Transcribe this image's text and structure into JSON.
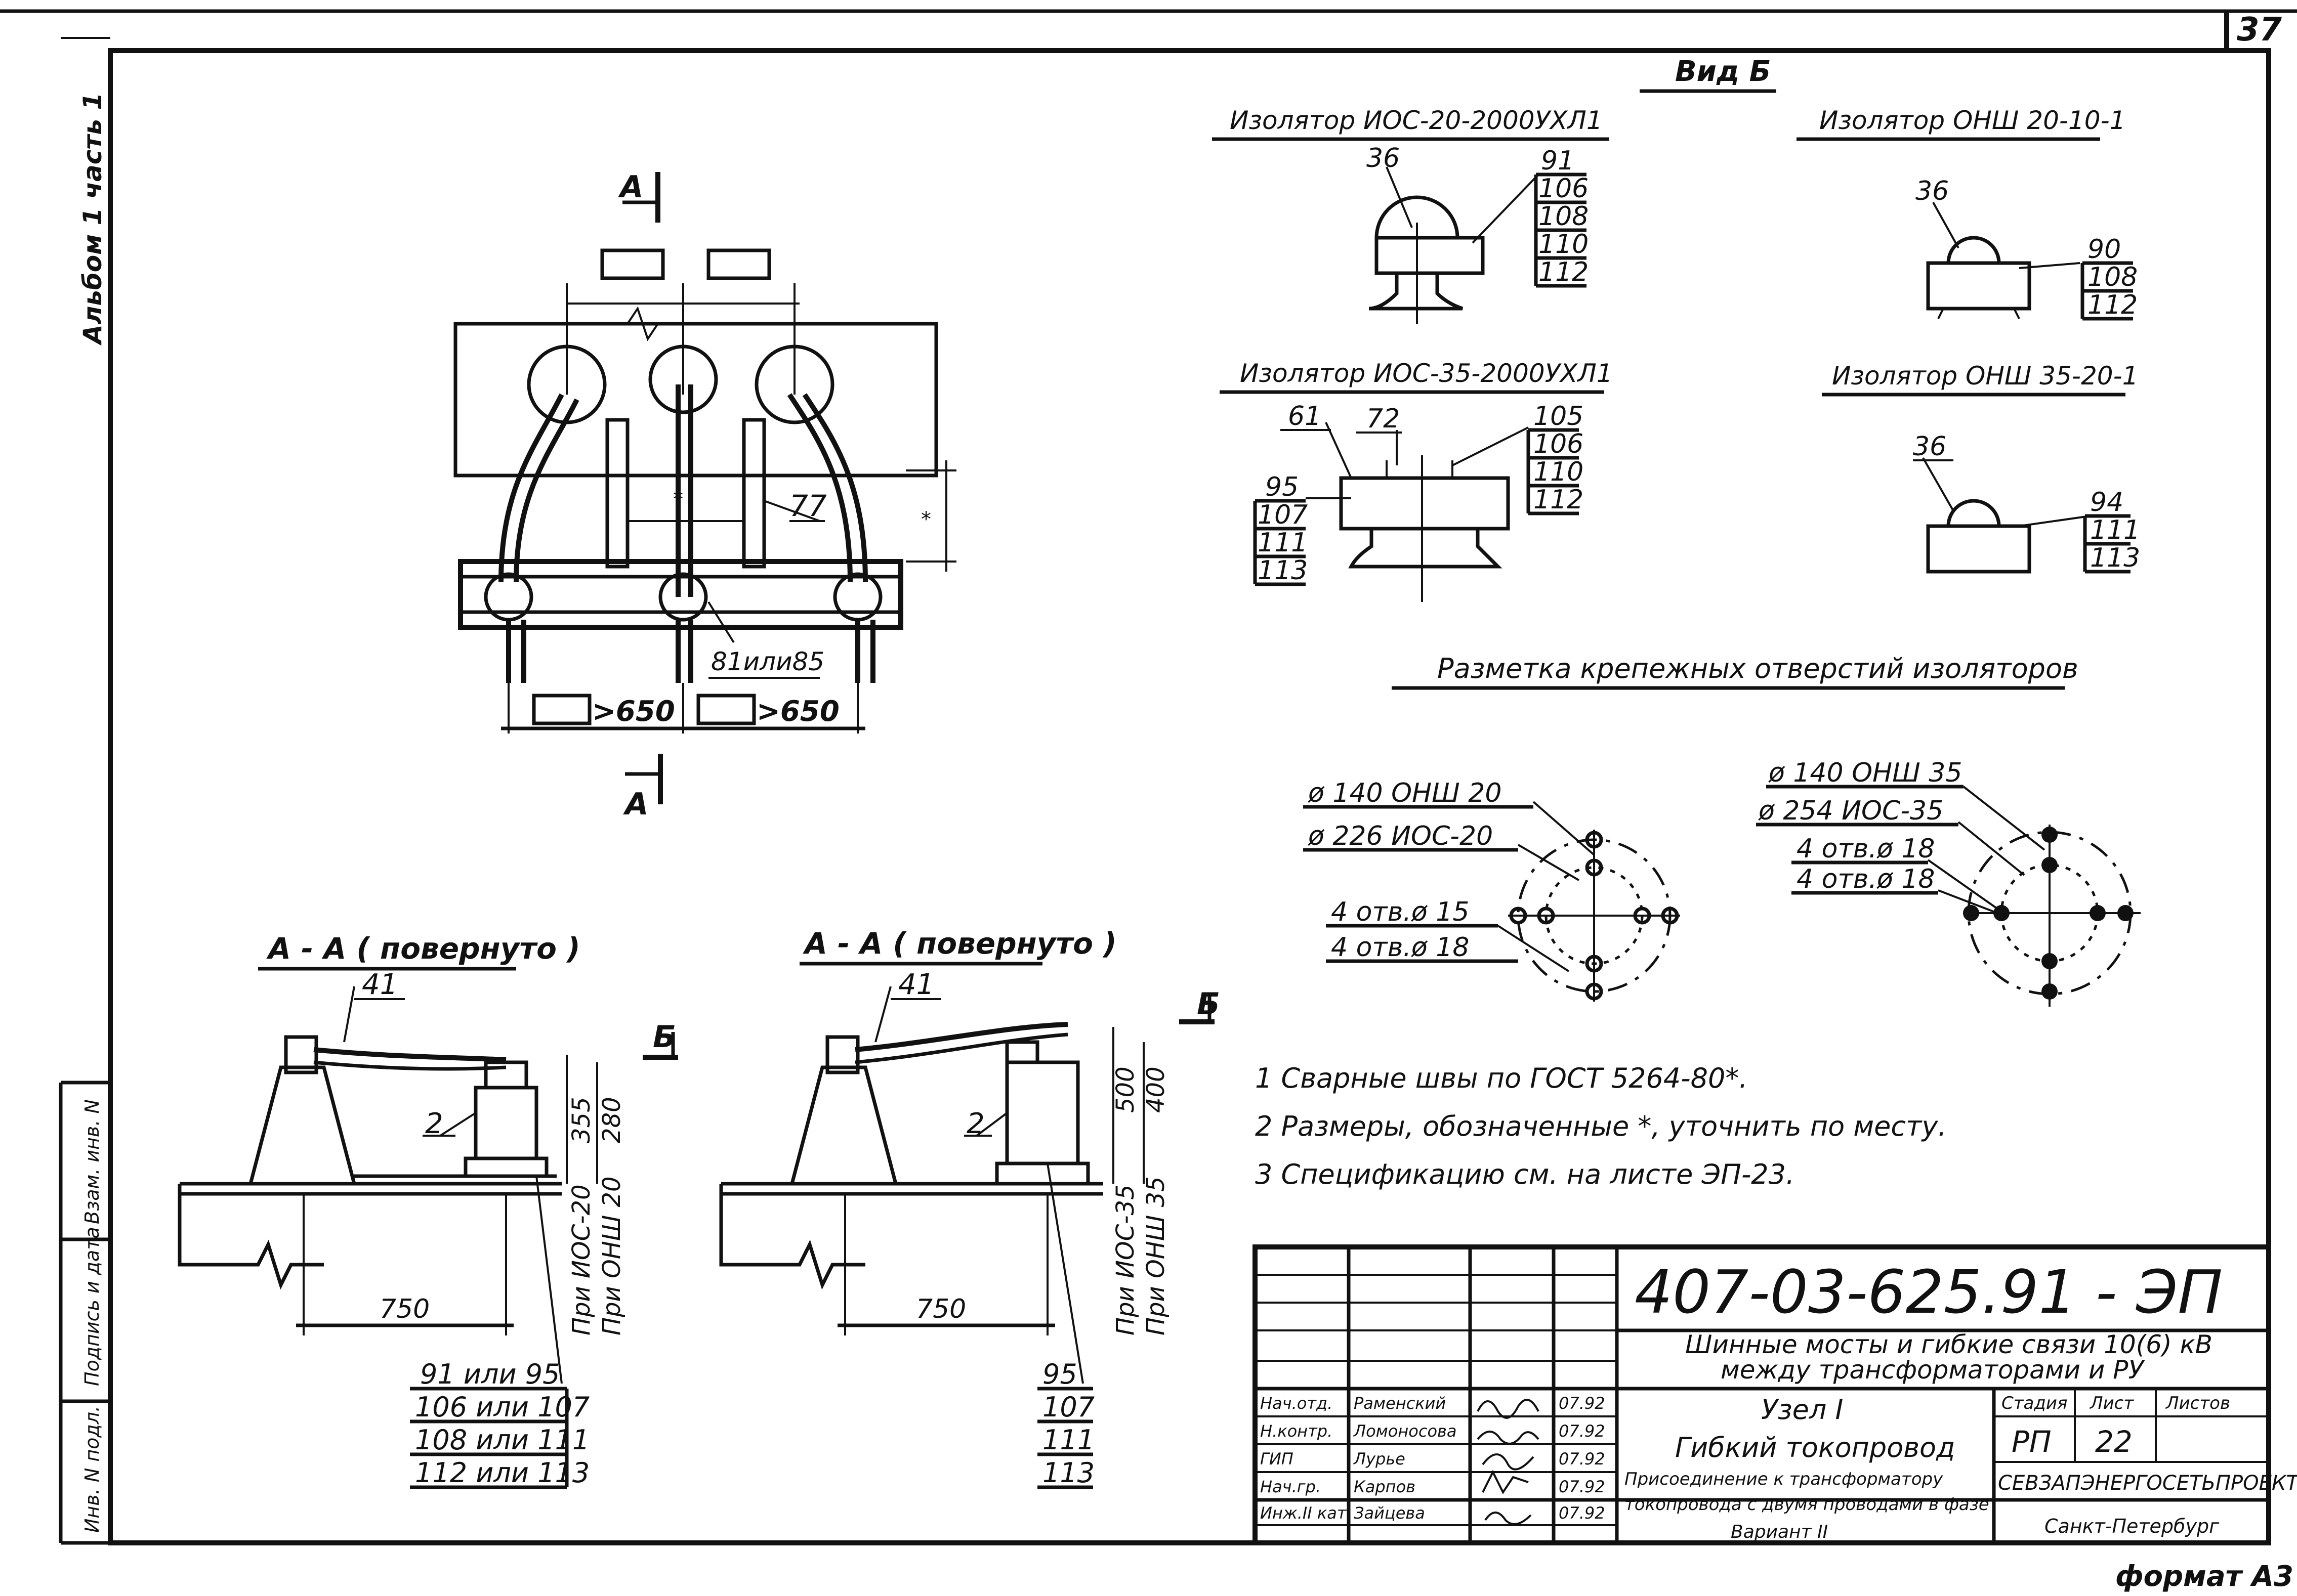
{
  "sheet_number": "37",
  "left_margin": {
    "album": "Альбом 1 часть 1",
    "stamp_inv_vzam": "Взам. инв. N",
    "stamp_sign_date": "Подпись и дата",
    "stamp_inv_orig": "Инв. N подл."
  },
  "plan_view": {
    "section_mark_top": "А",
    "section_mark_bottom": "А",
    "label_77": "77",
    "label_mark": "81или85",
    "dim_1": ">650",
    "dim_2": ">650",
    "dim_star": "*"
  },
  "section_left": {
    "title": "А - А ( повернуто )",
    "label_41": "41",
    "label_2": "2",
    "view_mark": "Б",
    "dim_355": "355",
    "dim_280": "280",
    "dim_750": "750",
    "note_ios": "При ИОС-20",
    "note_onsh": "При ОНШ 20",
    "callouts": [
      "91 или 95",
      "106 или 107",
      "108 или 111",
      "112 или 113"
    ]
  },
  "section_right": {
    "title": "А - А ( повернуто )",
    "label_41": "41",
    "label_2": "2",
    "view_mark": "Б",
    "dim_500": "500",
    "dim_400": "400",
    "dim_750": "750",
    "note_ios": "При ИОС-35",
    "note_onsh": "При ОНШ 35",
    "callouts": [
      "95",
      "107",
      "111",
      "113"
    ]
  },
  "view_b": {
    "title": "Вид Б",
    "ios20": {
      "title": "Изолятор ИОС-20-2000УХЛ1",
      "label_36": "36",
      "callouts": [
        "91",
        "106",
        "108",
        "110",
        "112"
      ]
    },
    "onsh20": {
      "title": "Изолятор ОНШ 20-10-1",
      "label_36": "36",
      "callouts": [
        "90",
        "108",
        "112"
      ]
    },
    "ios35": {
      "title": "Изолятор ИОС-35-2000УХЛ1",
      "label_61": "61",
      "label_72": "72",
      "left_callouts": [
        "95",
        "107",
        "111",
        "113"
      ],
      "right_callouts": [
        "105",
        "106",
        "110",
        "112"
      ]
    },
    "onsh35": {
      "title": "Изолятор ОНШ 35-20-1",
      "label_36": "36",
      "callouts": [
        "94",
        "111",
        "113"
      ]
    }
  },
  "holes": {
    "title": "Разметка крепежных отверстий изоляторов",
    "left": [
      "ø 140  ОНШ 20",
      "ø 226  ИОС-20",
      "4 отв.ø 15",
      "4 отв.ø 18"
    ],
    "right": [
      "ø 140  ОНШ 35",
      "ø 254  ИОС-35",
      "4 отв.ø 18",
      "4 отв.ø 18"
    ]
  },
  "notes": [
    "1  Сварные швы по ГОСТ 5264-80*.",
    "2  Размеры, обозначенные *, уточнить по месту.",
    "3  Спецификацию см. на листе ЭП-23."
  ],
  "title_block": {
    "code": "407-03-625.91 - ЭП",
    "project": "Шинные мосты и гибкие связи 10(6) кВ",
    "project2": "между трансформаторами и РУ",
    "node": "Узел I",
    "node_name": "Гибкий токопровод",
    "description": "Присоединение к трансформатору",
    "description2": "токопровода с двумя проводами в фазе",
    "variant": "Вариант II",
    "stage_h": "Стадия",
    "sheet_h": "Лист",
    "sheets_h": "Листов",
    "stage": "РП",
    "sheet": "22",
    "org": "СЕВЗАПЭНЕРГОСЕТЬПРОЕКТ",
    "city": "Санкт-Петербург",
    "roles": [
      {
        "role": "Нач.отд.",
        "name": "Раменский",
        "date": "07.92"
      },
      {
        "role": "Н.контр.",
        "name": "Ломоносова",
        "date": "07.92"
      },
      {
        "role": "ГИП",
        "name": "Лурье",
        "date": "07.92"
      },
      {
        "role": "Нач.гр.",
        "name": "Карпов",
        "date": "07.92"
      },
      {
        "role": "Инж.II кат.",
        "name": "Зайцева",
        "date": "07.92"
      }
    ],
    "format": "формат А3"
  }
}
